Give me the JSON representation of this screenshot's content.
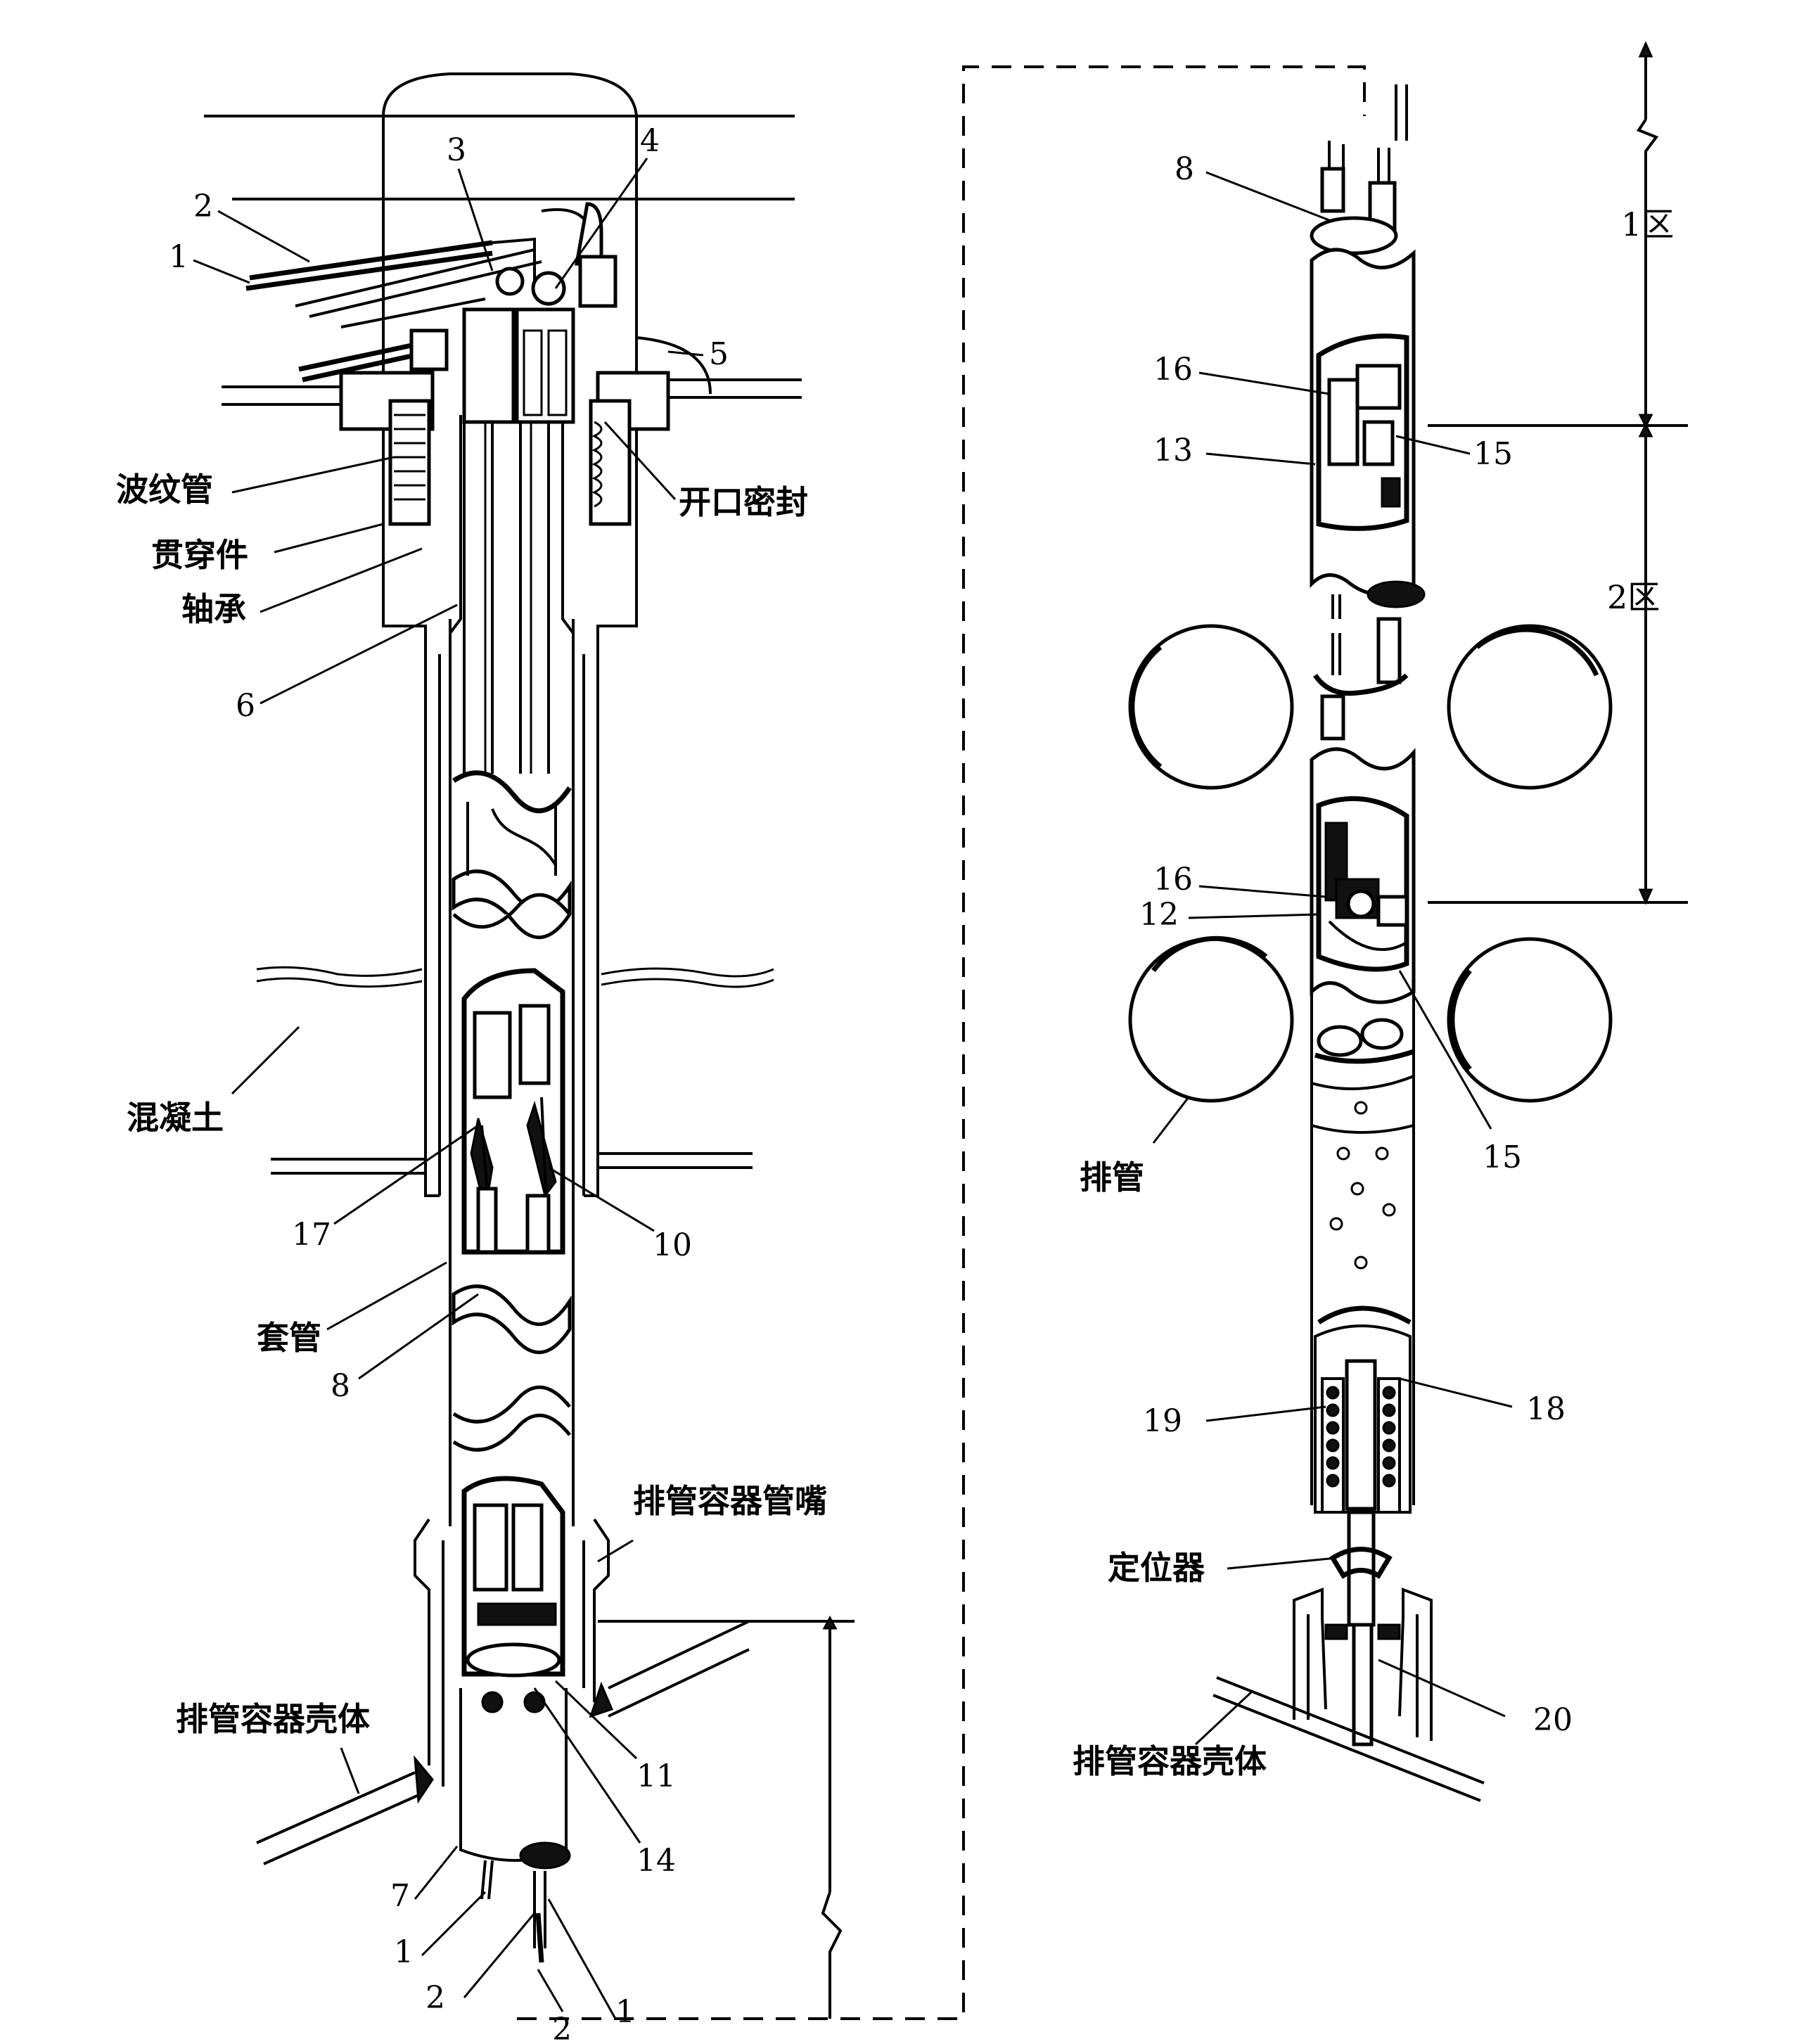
{
  "labels": {
    "left": {
      "n1": "1",
      "n2": "2",
      "n3": "3",
      "n4": "4",
      "n5": "5",
      "n6": "6",
      "n17": "17",
      "n10": "10",
      "n8": "8",
      "n11": "11",
      "n14": "14",
      "n7": "7",
      "n1b": "1",
      "n2b": "2",
      "n2c": "2",
      "n1c": "1",
      "bellows": "波纹管",
      "penetration": "贯穿件",
      "bearing": "轴承",
      "open_seal": "开口密封",
      "concrete": "混凝土",
      "sleeve": "套管",
      "nozzle": "排管容器管嘴",
      "vessel_shell": "排管容器壳体"
    },
    "right": {
      "n8": "8",
      "n16a": "16",
      "n13": "13",
      "n15a": "15",
      "n16b": "16",
      "n12": "12",
      "n15b": "15",
      "n19": "19",
      "n18": "18",
      "n20": "20",
      "zone1": "1区",
      "zone2": "2区",
      "tubes": "排管",
      "locator": "定位器",
      "vessel_shell": "排管容器壳体"
    }
  }
}
